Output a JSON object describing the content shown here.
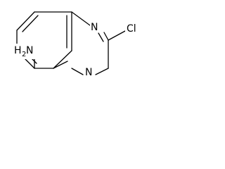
{
  "molecule": {
    "atoms": {
      "n1": "N",
      "n4": "N",
      "chloro": "Cl",
      "amine_h": "H",
      "amine_h_count": "2",
      "amine_n": "N"
    }
  }
}
